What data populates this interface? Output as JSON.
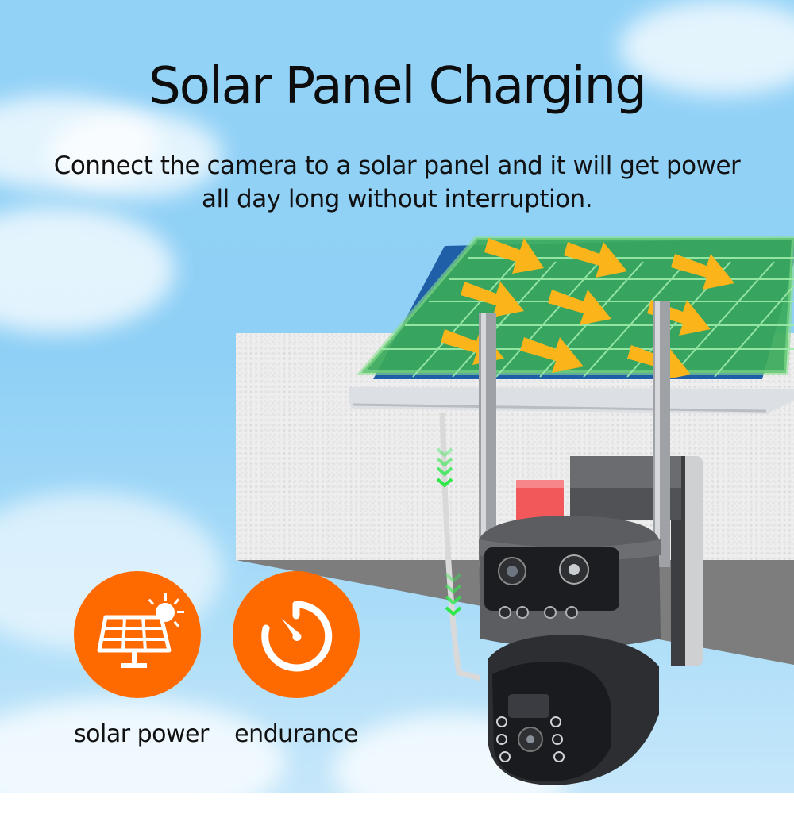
{
  "header": {
    "title": "Solar Panel Charging",
    "subtitle_line1": "Connect the camera to a solar panel and it will get power",
    "subtitle_line2": "all day long without interruption."
  },
  "features": [
    {
      "label": "solar power",
      "icon": "solar-panel-icon"
    },
    {
      "label": "endurance",
      "icon": "timer-gauge-icon"
    }
  ],
  "colors": {
    "sky": "#8fd0f6",
    "feature_circle": "#ff6a00",
    "panel_overlay": "#3fb36a",
    "arrows": "#fbb41a",
    "charge_chevrons": "#2ee84a",
    "wall": "#eeeeee",
    "wall_shadow": "#7d7d7d",
    "camera_body": "#3a3b3e",
    "camera_red_cap": "#f2585a"
  }
}
